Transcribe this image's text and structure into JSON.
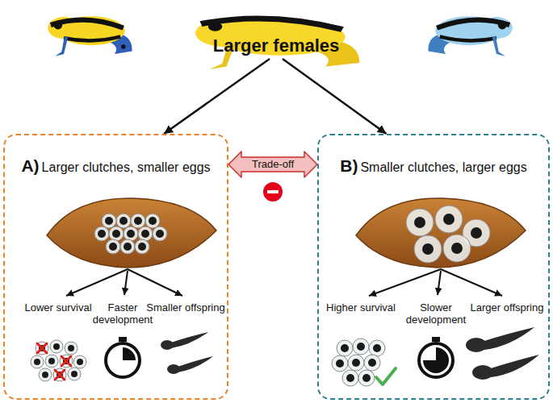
{
  "diagram": {
    "nodes": [
      {
        "text": [
          "Larger females"
        ]
      },
      {
        "text": [
          "A)",
          "Larger clutches, smaller eggs"
        ]
      },
      {
        "text": [
          "B)",
          "Smaller clutches, larger eggs"
        ]
      }
    ],
    "edges": [
      {
        "from": 0,
        "to": 1,
        "arrow": "to"
      },
      {
        "from": 0,
        "to": 2,
        "arrow": "to"
      },
      {
        "from": 1,
        "to": 2,
        "arrow": "both",
        "label": "Trade-off"
      }
    ],
    "labels": [
      "Lower survival",
      "Faster development",
      "Smaller offspring",
      "Higher survival",
      "Slower development",
      "Larger offspring"
    ]
  }
}
